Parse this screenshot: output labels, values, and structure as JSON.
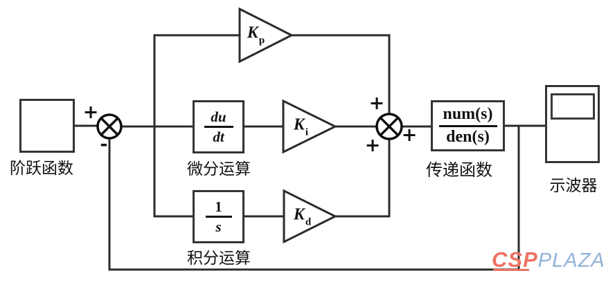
{
  "blocks": {
    "step": {
      "caption": "阶跃函数"
    },
    "derivative": {
      "num": "du",
      "den": "dt",
      "caption": "微分运算"
    },
    "integral": {
      "num": "1",
      "den": "s",
      "caption": "积分运算"
    },
    "transfer": {
      "num": "num(s)",
      "den": "den(s)",
      "caption": "传递函数"
    },
    "scope": {
      "caption": "示波器"
    }
  },
  "gains": {
    "kp": {
      "base": "K",
      "sub": "p"
    },
    "ki": {
      "base": "K",
      "sub": "i"
    },
    "kd": {
      "base": "K",
      "sub": "d"
    }
  },
  "signs": {
    "sum1": {
      "plus": "+",
      "minus": "-"
    },
    "sum2": {
      "top": "+",
      "right": "+",
      "bottom": "+"
    }
  },
  "watermark": {
    "csp": "CSP",
    "plaza": "PLAZA"
  },
  "colors": {
    "line": "#2b2b2b",
    "junction": "#0d0d0d",
    "watermark_csp": "#ed7263",
    "watermark_plaza": "#92b1da"
  }
}
